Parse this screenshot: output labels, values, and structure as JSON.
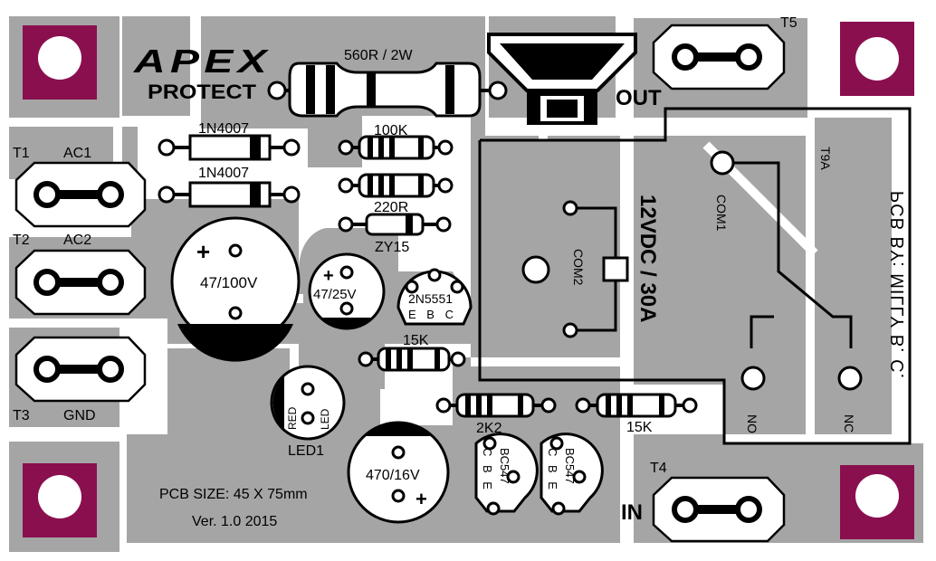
{
  "brand": "APEX",
  "protect": "PROTECT",
  "out_label": "OUT",
  "in_label": "IN",
  "terminals": {
    "t1": "T1",
    "ac1": "AC1",
    "t2": "T2",
    "ac2": "AC2",
    "t3": "T3",
    "gnd": "GND",
    "t4": "T4",
    "t5": "T5",
    "t9a": "T9A"
  },
  "components": {
    "r_560": "560R / 2W",
    "d1": "1N4007",
    "d2": "1N4007",
    "r_100k": "100K",
    "r_220": "220R",
    "zener": "ZY15",
    "cap_47_100": "47/100V",
    "cap_47_25": "47/25V",
    "q_2n5551": "2N5551",
    "q_2n5551_pins": "E B C",
    "r_15k_a": "15K",
    "r_2k2": "2K2",
    "r_15k_b": "15K",
    "led_red": "RED",
    "led_led": "LED",
    "led_ref": "LED1",
    "cap_470": "470/16V",
    "bc547_a": "BC547",
    "bc547_a_pins": "C B E",
    "bc547_b": "BC547",
    "bc547_b_pins": "C B E",
    "plus": "+"
  },
  "relay": {
    "rating_1": "12VDC / 30A",
    "com2": "COM2",
    "com1": "COM1",
    "no": "NO",
    "nc": "NC"
  },
  "pcb_size": "PCB SIZE: 45 X 75mm",
  "version": "Ver. 1.0 2015",
  "credit": "PCB BY: MILLY B. C.",
  "colors": {
    "copper": "#a5a5a5",
    "mount_pad": "#8a0f4f",
    "board": "#ffffff",
    "outline": "#000000"
  }
}
